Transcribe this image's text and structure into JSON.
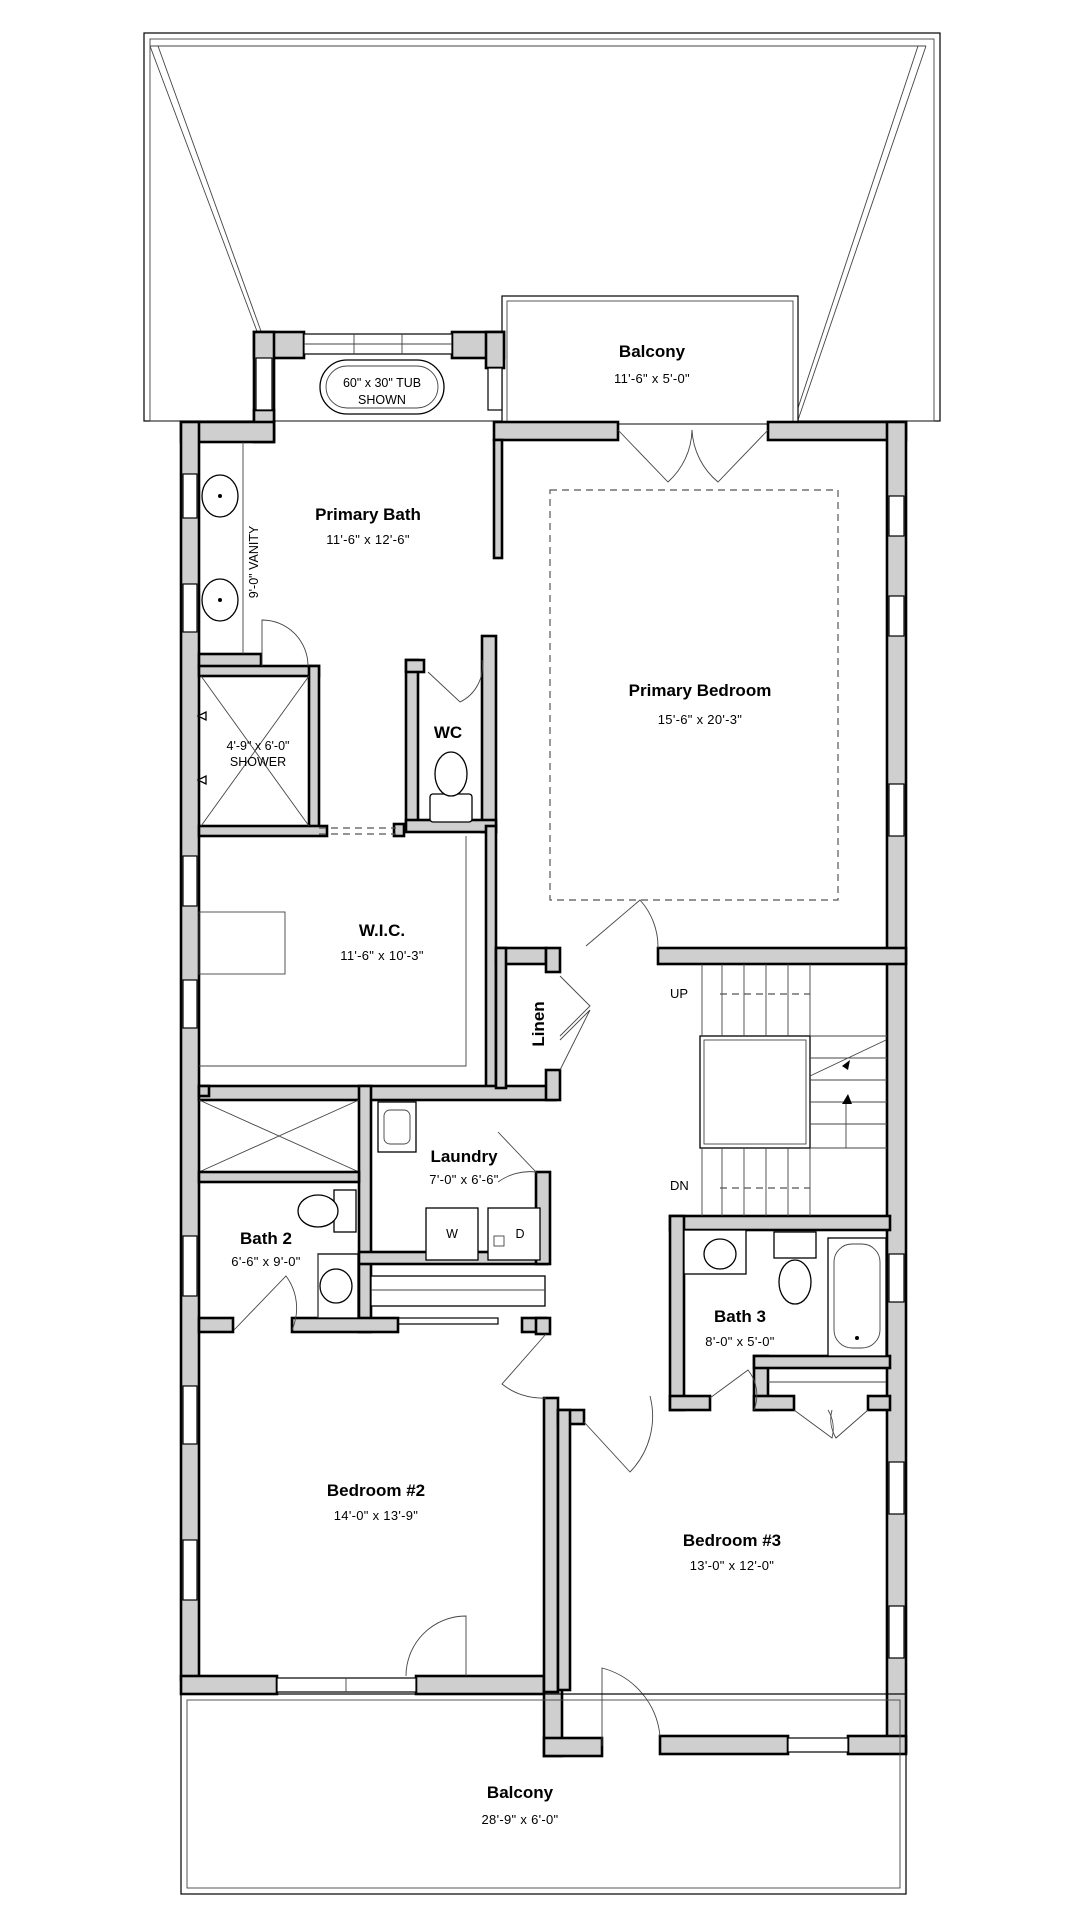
{
  "rooms": {
    "balcony_top": {
      "name": "Balcony",
      "dims": "11'-6\" x 5'-0\""
    },
    "primary_bath": {
      "name": "Primary Bath",
      "dims": "11'-6\" x 12'-6\""
    },
    "primary_bedroom": {
      "name": "Primary Bedroom",
      "dims": "15'-6\" x 20'-3\""
    },
    "wc": {
      "name": "WC"
    },
    "shower": {
      "line1": "4'-9\" x 6'-0\"",
      "line2": "SHOWER"
    },
    "wic": {
      "name": "W.I.C.",
      "dims": "11'-6\" x 10'-3\""
    },
    "linen": {
      "name": "Linen"
    },
    "laundry": {
      "name": "Laundry",
      "dims": "7'-0\" x 6'-6\""
    },
    "bath2": {
      "name": "Bath 2",
      "dims": "6'-6\" x 9'-0\""
    },
    "bath3": {
      "name": "Bath 3",
      "dims": "8'-0\" x 5'-0\""
    },
    "bedroom2": {
      "name": "Bedroom #2",
      "dims": "14'-0\" x 13'-9\""
    },
    "bedroom3": {
      "name": "Bedroom #3",
      "dims": "13'-0\" x 12'-0\""
    },
    "balcony_bottom": {
      "name": "Balcony",
      "dims": "28'-9\" x 6'-0\""
    }
  },
  "labels": {
    "tub_line1": "60\" x 30\" TUB",
    "tub_line2": "SHOWN",
    "vanity": "9'-0\" VANITY",
    "stair_up": "UP",
    "stair_down": "DN",
    "washer": "W",
    "dryer": "D"
  }
}
